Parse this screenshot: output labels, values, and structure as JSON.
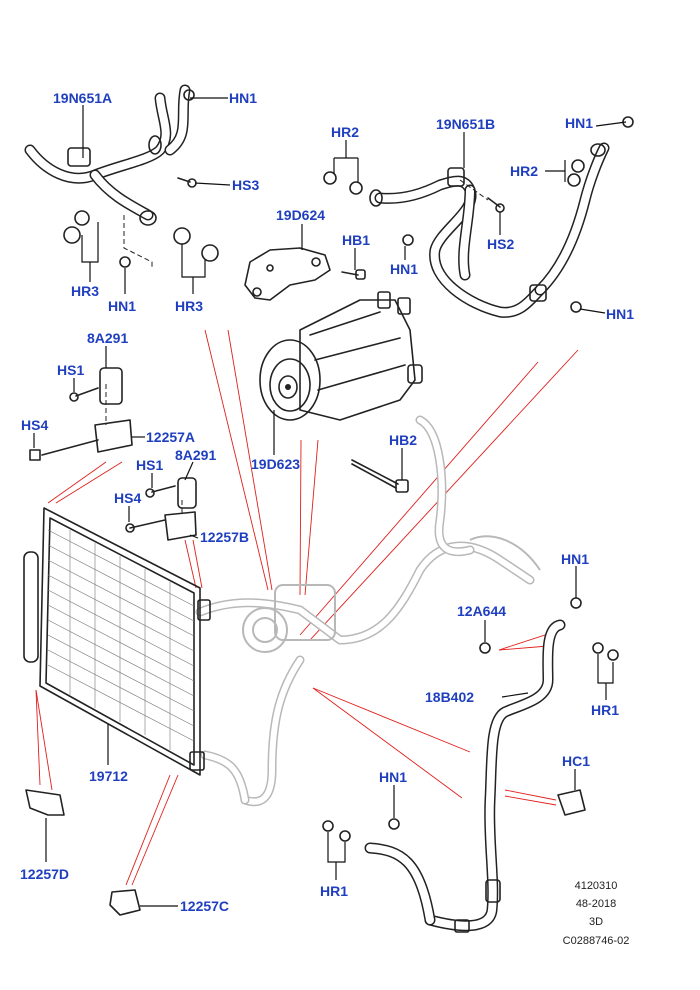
{
  "callouts": {
    "c19N651A": "19N651A",
    "hn1_a": "HN1",
    "hs3": "HS3",
    "hr3_a": "HR3",
    "hn1_b": "HN1",
    "hr3_b": "HR3",
    "hr2_a": "HR2",
    "c19N651B": "19N651B",
    "hn1_c": "HN1",
    "hr2_b": "HR2",
    "hs2": "HS2",
    "hn1_d": "HN1",
    "hn1_e": "HN1",
    "c19D624": "19D624",
    "hb1": "HB1",
    "c8A291_a": "8A291",
    "hs1_a": "HS1",
    "hs4_a": "HS4",
    "c12257A": "12257A",
    "c19D623": "19D623",
    "hb2": "HB2",
    "c8A291_b": "8A291",
    "hs1_b": "HS1",
    "hs4_b": "HS4",
    "c12257B": "12257B",
    "hn1_f": "HN1",
    "c12A644": "12A644",
    "hr1_a": "HR1",
    "c18B402": "18B402",
    "c19712": "19712",
    "hc1": "HC1",
    "hn1_g": "HN1",
    "hr1_b": "HR1",
    "c12257D": "12257D",
    "c12257C": "12257C"
  },
  "footer": {
    "line1": "4120310",
    "line2": "48-2018",
    "line3": "3D",
    "line4": "C0288746-02"
  }
}
